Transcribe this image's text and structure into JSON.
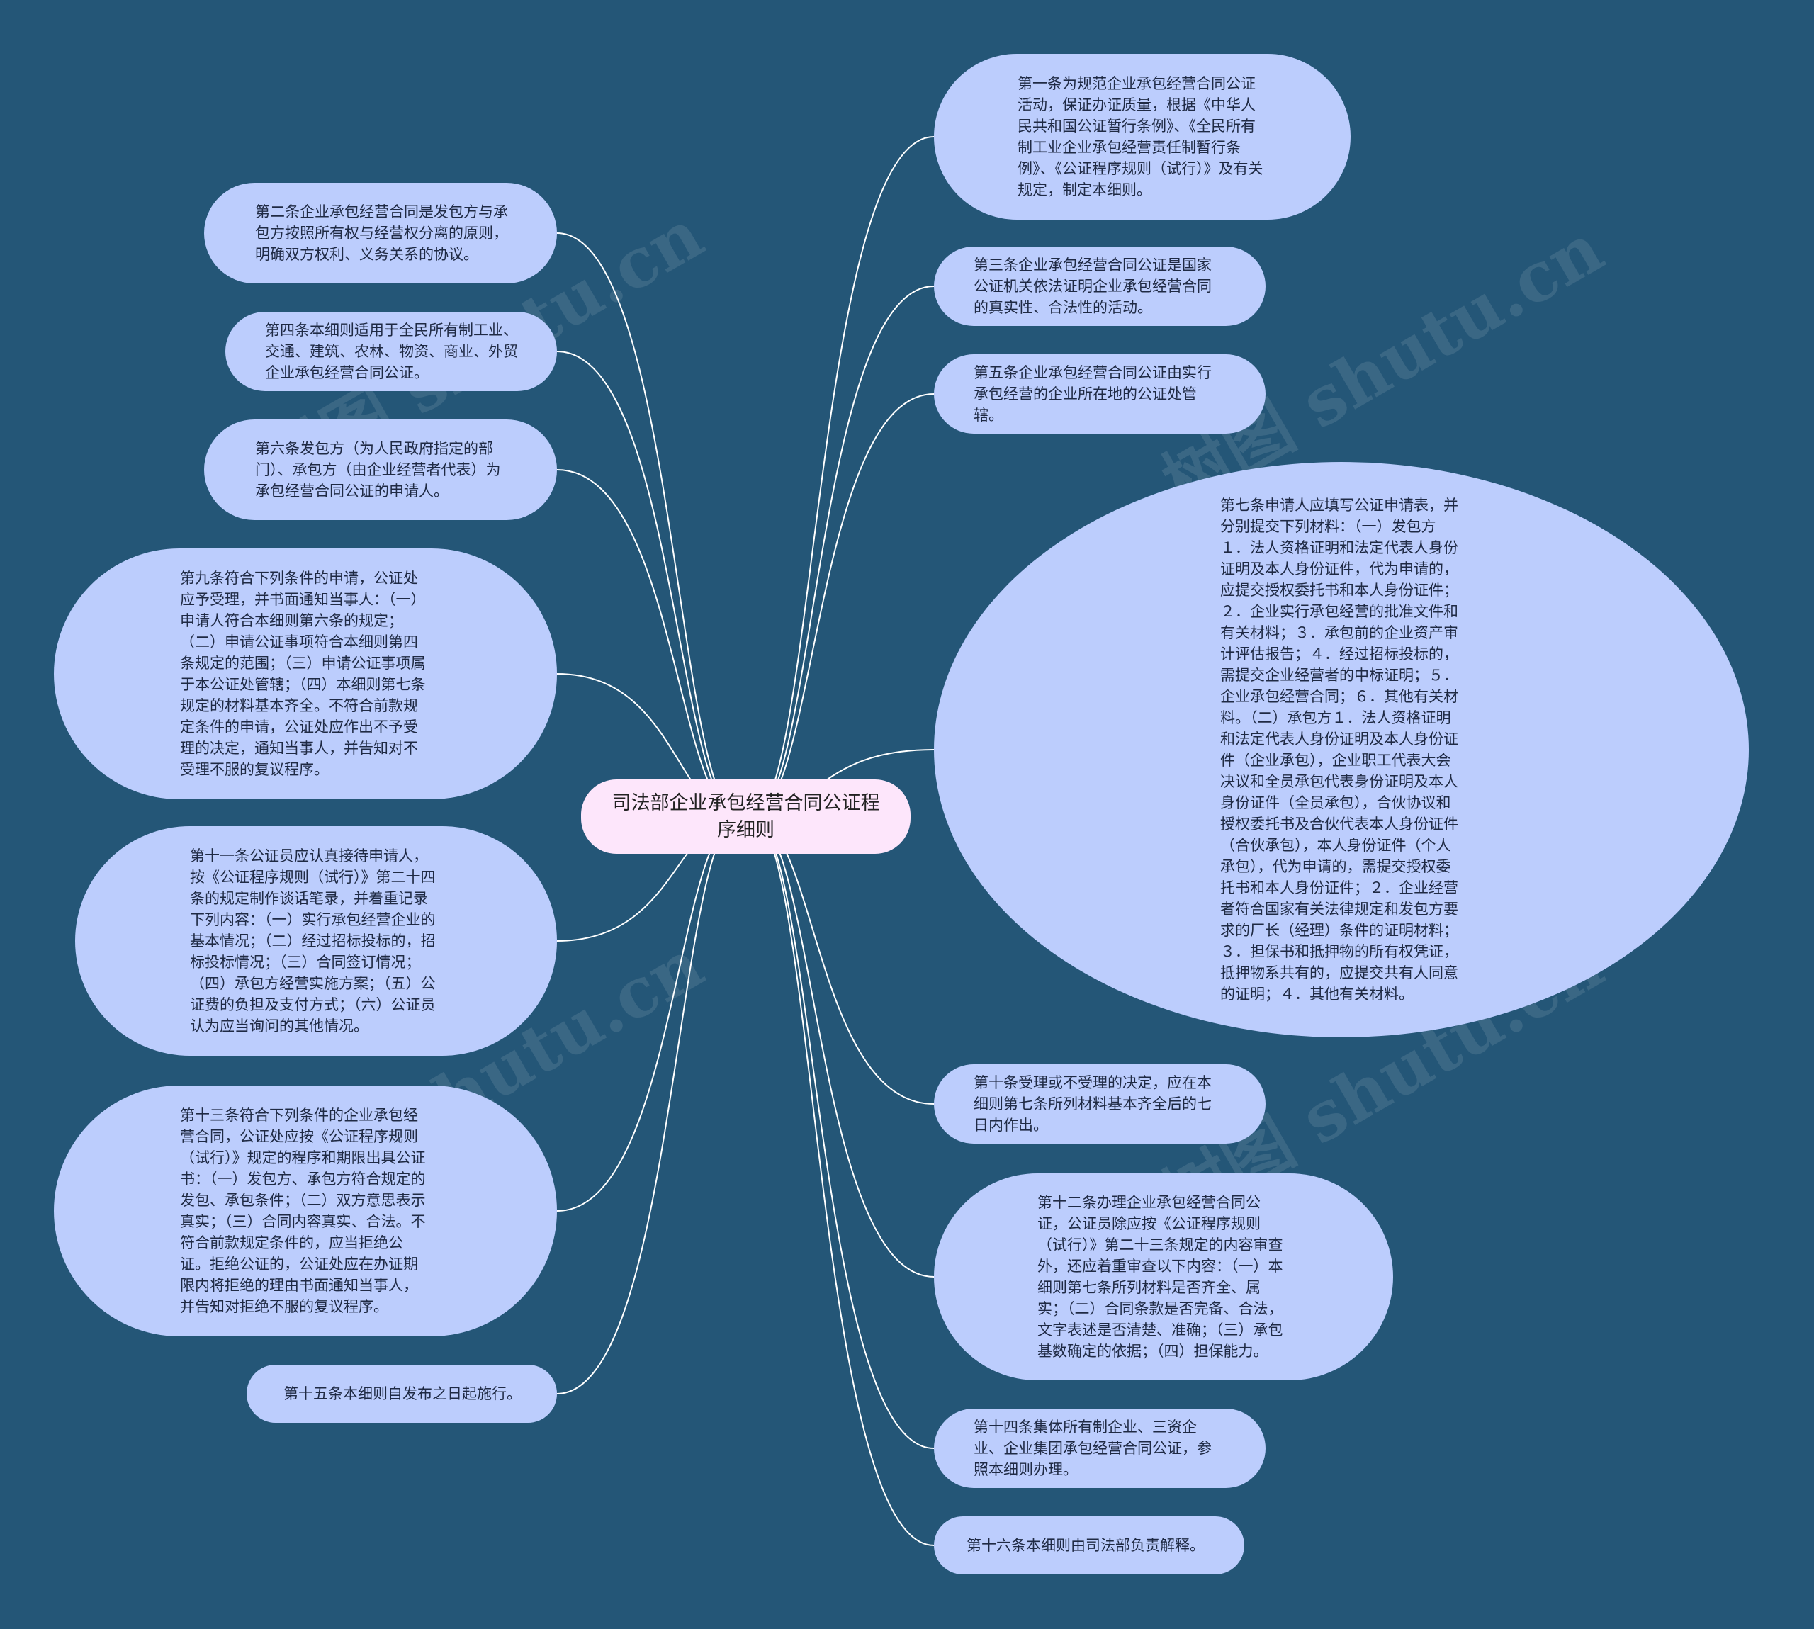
{
  "center": {
    "label": "司法部企业承包经营合同公证程序细则"
  },
  "watermark": "树图 shutu.cn",
  "colors": {
    "background": "#245677",
    "node": "#bccdfd",
    "center": "#fde6fb",
    "link": "#ffffff"
  },
  "nodes": {
    "n1": "第一条为规范企业承包经营合同公证活动，保证办证质量，根据《中华人民共和国公证暂行条例》、《全民所有制工业企业承包经营责任制暂行条例》、《公证程序规则（试行）》及有关规定，制定本细则。",
    "n2": "第二条企业承包经营合同是发包方与承包方按照所有权与经营权分离的原则，明确双方权利、义务关系的协议。",
    "n3": "第三条企业承包经营合同公证是国家公证机关依法证明企业承包经营合同的真实性、合法性的活动。",
    "n4": "第四条本细则适用于全民所有制工业、交通、建筑、农林、物资、商业、外贸企业承包经营合同公证。",
    "n5": "第五条企业承包经营合同公证由实行承包经营的企业所在地的公证处管辖。",
    "n6": "第六条发包方（为人民政府指定的部门）、承包方（由企业经营者代表）为承包经营合同公证的申请人。",
    "n7": "第七条申请人应填写公证申请表，并分别提交下列材料：（一）发包方１．法人资格证明和法定代表人身份证明及本人身份证件，代为申请的，应提交授权委托书和本人身份证件；２．企业实行承包经营的批准文件和有关材料；３．承包前的企业资产审计评估报告；４．经过招标投标的，需提交企业经营者的中标证明；５．企业承包经营合同；６．其他有关材料。（二）承包方１．法人资格证明和法定代表人身份证明及本人身份证件（企业承包），企业职工代表大会决议和全员承包代表身份证明及本人身份证件（全员承包），合伙协议和授权委托书及合伙代表本人身份证件（合伙承包），本人身份证件（个人承包），代为申请的，需提交授权委托书和本人身份证件；２．企业经营者符合国家有关法律规定和发包方要求的厂长（经理）条件的证明材料；３．担保书和抵押物的所有权凭证，抵押物系共有的，应提交共有人同意的证明；４．其他有关材料。",
    "n9": "第九条符合下列条件的申请，公证处应予受理，并书面通知当事人：（一）申请人符合本细则第六条的规定；（二）申请公证事项符合本细则第四条规定的范围；（三）申请公证事项属于本公证处管辖；（四）本细则第七条规定的材料基本齐全。不符合前款规定条件的申请，公证处应作出不予受理的决定，通知当事人，并告知对不受理不服的复议程序。",
    "n10": "第十条受理或不受理的决定，应在本细则第七条所列材料基本齐全后的七日内作出。",
    "n11": "第十一条公证员应认真接待申请人，按《公证程序规则（试行）》第二十四条的规定制作谈话笔录，并着重记录下列内容：（一）实行承包经营企业的基本情况；（二）经过招标投标的，招标投标情况；（三）合同签订情况；（四）承包方经营实施方案；（五）公证费的负担及支付方式；（六）公证员认为应当询问的其他情况。",
    "n12": "第十二条办理企业承包经营合同公证，公证员除应按《公证程序规则（试行）》第二十三条规定的内容审查外，还应着重审查以下内容：（一）本细则第七条所列材料是否齐全、属实；（二）合同条款是否完备、合法，文字表述是否清楚、准确；（三）承包基数确定的依据；（四）担保能力。",
    "n13": "第十三条符合下列条件的企业承包经营合同，公证处应按《公证程序规则（试行）》规定的程序和期限出具公证书：（一）发包方、承包方符合规定的发包、承包条件；（二）双方意思表示真实；（三）合同内容真实、合法。不符合前款规定条件的，应当拒绝公证。拒绝公证的，公证处应在办证期限内将拒绝的理由书面通知当事人，并告知对拒绝不服的复议程序。",
    "n14": "第十四条集体所有制企业、三资企业、企业集团承包经营合同公证，参照本细则办理。",
    "n15": "第十五条本细则自发布之日起施行。",
    "n16": "第十六条本细则由司法部负责解释。"
  }
}
